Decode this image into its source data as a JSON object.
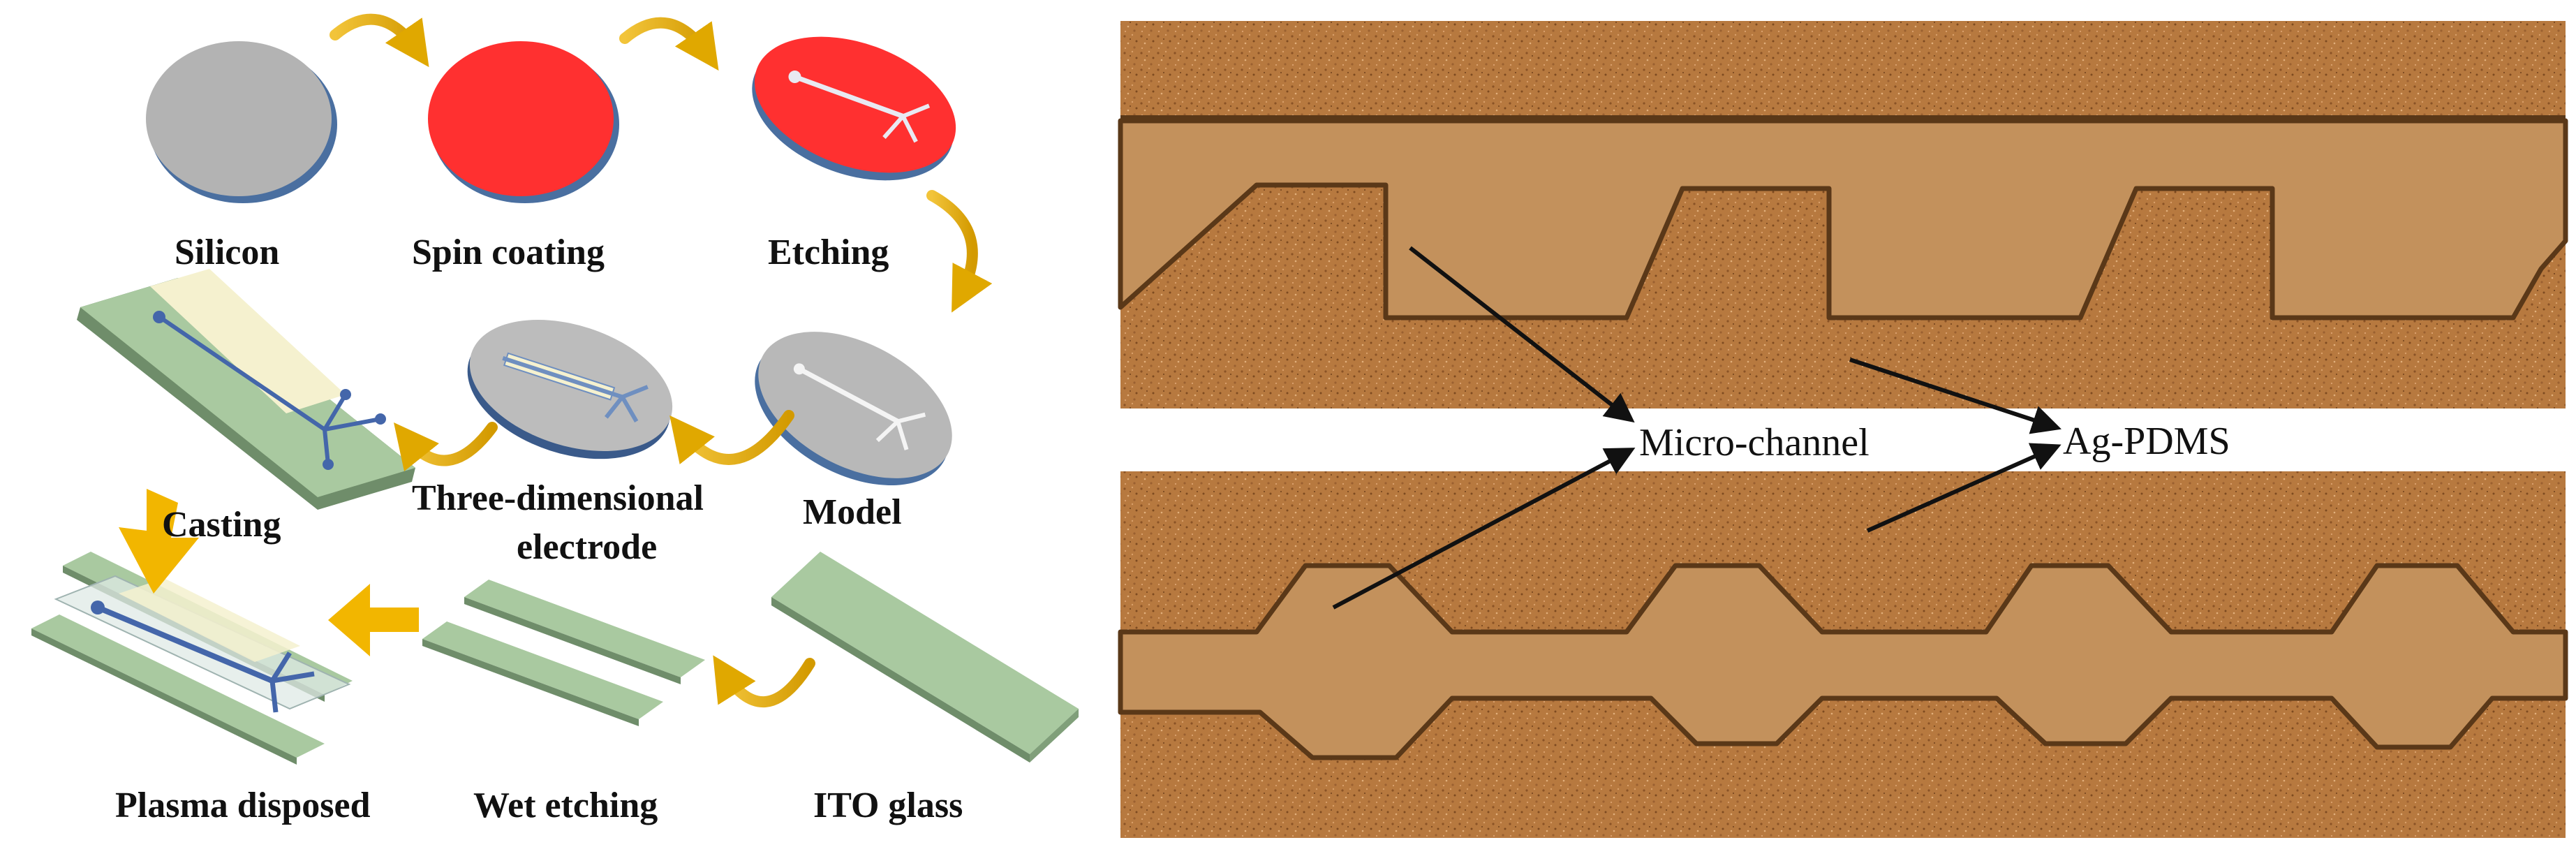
{
  "figure": {
    "process_steps": {
      "silicon": "Silicon",
      "spin_coating": "Spin coating",
      "etching": "Etching",
      "casting": "Casting",
      "three_dimensional_electrode_line1": "Three-dimensional",
      "three_dimensional_electrode_line2": "electrode",
      "model": "Model",
      "plasma_disposed": "Plasma disposed",
      "wet_etching": "Wet etching",
      "ito_glass": "ITO glass"
    },
    "micrograph": {
      "micro_channel": "Micro-channel",
      "ag_pdms": "Ag-PDMS"
    }
  },
  "colors": {
    "silicon_wafer": "#b3b3b3",
    "wafer_edge": "#4a6fa0",
    "photoresist": "#ff3030",
    "process_arrow": "#e0a800",
    "glass_substrate": "#a9c9a0",
    "electrode_strip": "#f5f1cf",
    "pdms_bronze": "#b7793f",
    "channel_fill": "#c3915c",
    "channel_wall": "#5a3818"
  }
}
